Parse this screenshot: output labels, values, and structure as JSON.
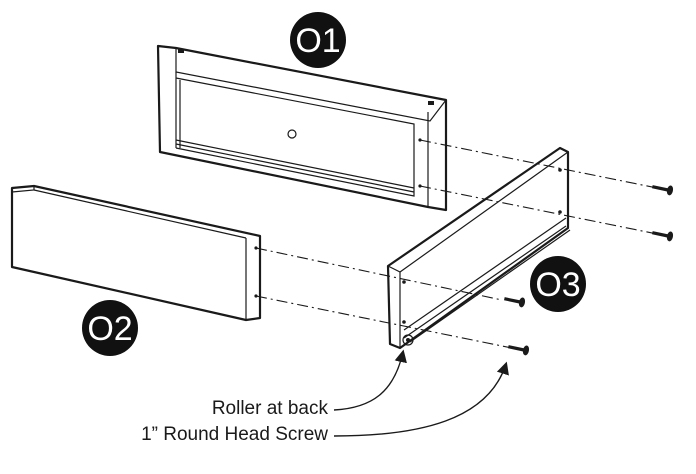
{
  "badges": {
    "part_01": "O1",
    "part_02": "O2",
    "part_03": "O3"
  },
  "callouts": {
    "roller": "Roller at back",
    "screw": "1” Round Head Screw"
  },
  "colors": {
    "ink": "#1a1a1a",
    "badge_fill": "#111111",
    "badge_text": "#ffffff",
    "paper": "#ffffff"
  }
}
